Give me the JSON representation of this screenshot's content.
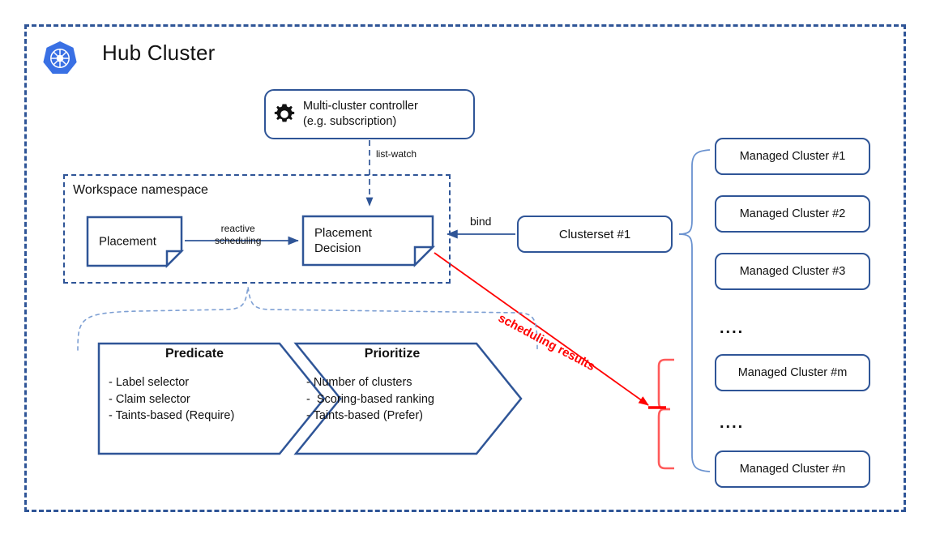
{
  "diagram": {
    "title": "Hub Cluster",
    "logo_icon": "kubernetes-logo-icon"
  },
  "controller": {
    "icon": "gear-icon",
    "line1": "Multi-cluster controller",
    "line2": "(e.g. subscription)"
  },
  "edges": {
    "list_watch": "list-watch",
    "reactive_line1": "reactive",
    "reactive_line2": "scheduling",
    "bind": "bind",
    "scheduling_results": "scheduling results"
  },
  "workspace": {
    "label": "Workspace namespace",
    "placement": "Placement",
    "placement_decision_line1": "Placement",
    "placement_decision_line2": "Decision"
  },
  "clusterset": {
    "label": "Clusterset #1"
  },
  "managed_clusters": [
    {
      "label": "Managed Cluster #1"
    },
    {
      "label": "Managed Cluster #2"
    },
    {
      "label": "Managed Cluster #3"
    },
    {
      "label": "Managed Cluster #m"
    },
    {
      "label": "Managed Cluster #n"
    }
  ],
  "ellipsis": {
    "upper": "....",
    "lower": "...."
  },
  "scheduler_stages": [
    {
      "title": "Predicate",
      "items": "- Label selector\n- Claim selector\n- Taints-based (Require)"
    },
    {
      "title": "Prioritize",
      "items": "- Number of clusters\n-  Scoring-based ranking\n- Taints-based (Prefer)"
    }
  ],
  "colors": {
    "frame_blue": "#2f5597",
    "accent_red": "#ff0000",
    "brace_light_blue": "#7d9fd3",
    "k8s_blue": "#3970e4"
  }
}
